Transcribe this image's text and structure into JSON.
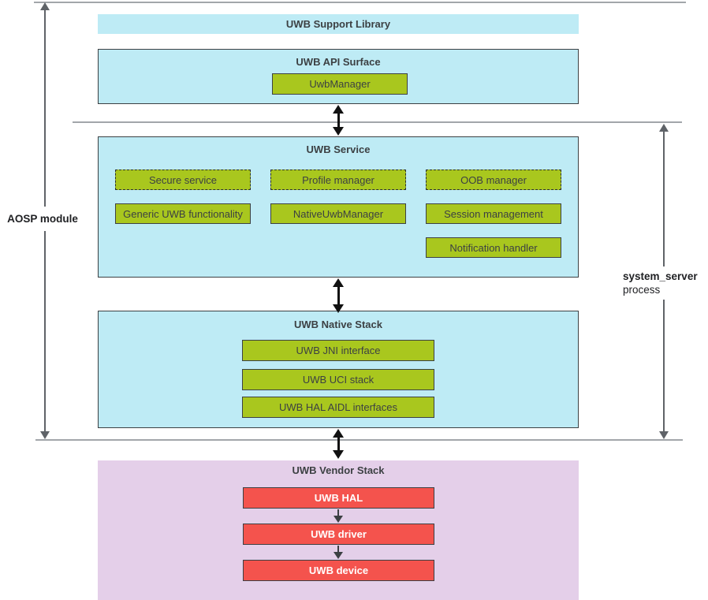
{
  "brackets": {
    "left_label": "AOSP module",
    "right_label_line1": "system_server",
    "right_label_line2": "process"
  },
  "support_library": {
    "title": "UWB Support Library"
  },
  "api_surface": {
    "title": "UWB API Surface",
    "chips": [
      {
        "label": "UwbManager"
      }
    ]
  },
  "service": {
    "title": "UWB Service",
    "chips": [
      {
        "label": "Secure service",
        "style": "dashed"
      },
      {
        "label": "Profile manager",
        "style": "dashed"
      },
      {
        "label": "OOB manager",
        "style": "dashed"
      },
      {
        "label": "Generic UWB functionality",
        "style": "solid"
      },
      {
        "label": "NativeUwbManager",
        "style": "solid"
      },
      {
        "label": "Session management",
        "style": "solid"
      },
      {
        "label": "Notification handler",
        "style": "solid"
      }
    ]
  },
  "native_stack": {
    "title": "UWB Native Stack",
    "chips": [
      {
        "label": "UWB JNI interface"
      },
      {
        "label": "UWB UCI stack"
      },
      {
        "label": "UWB HAL AIDL interfaces"
      }
    ]
  },
  "vendor_stack": {
    "title": "UWB Vendor Stack",
    "chips": [
      {
        "label": "UWB HAL"
      },
      {
        "label": "UWB driver"
      },
      {
        "label": "UWB device"
      }
    ]
  },
  "icons": {
    "double_arrow": "up-down-arrow-icon",
    "single_arrow": "down-arrow-icon"
  },
  "colors": {
    "cyan": "#beebf5",
    "green": "#a9c71e",
    "red": "#f4534d",
    "pink": "#e4cfe9",
    "box_border": "#3c4043",
    "separator_line": "#a2a6aa",
    "bracket": "#5f6368",
    "arrow": "#111111",
    "text": "#3c4043"
  }
}
